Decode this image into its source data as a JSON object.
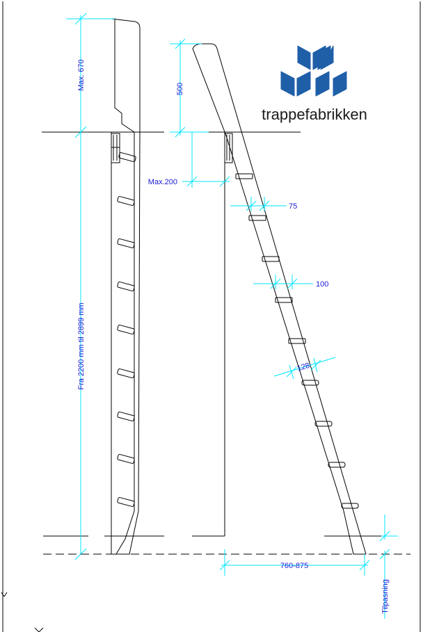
{
  "brand": {
    "name": "trappefabrikken",
    "logo_color": "#1f5fa8"
  },
  "dimensions": {
    "max_top_height": "Max. 670",
    "total_height_range": "Fra 2200 mm til 2899 mm",
    "top_rail_height": "500",
    "max_offset": "Max.200",
    "step_width_75": "75",
    "step_spacing_100": "100",
    "step_pitch_128": "128",
    "base_span": "760-875",
    "adjustment": "Tilpasning"
  },
  "colors": {
    "dimension_line": "#00e5ff",
    "dimension_text": "#1a1ad6",
    "outline": "#000000"
  }
}
